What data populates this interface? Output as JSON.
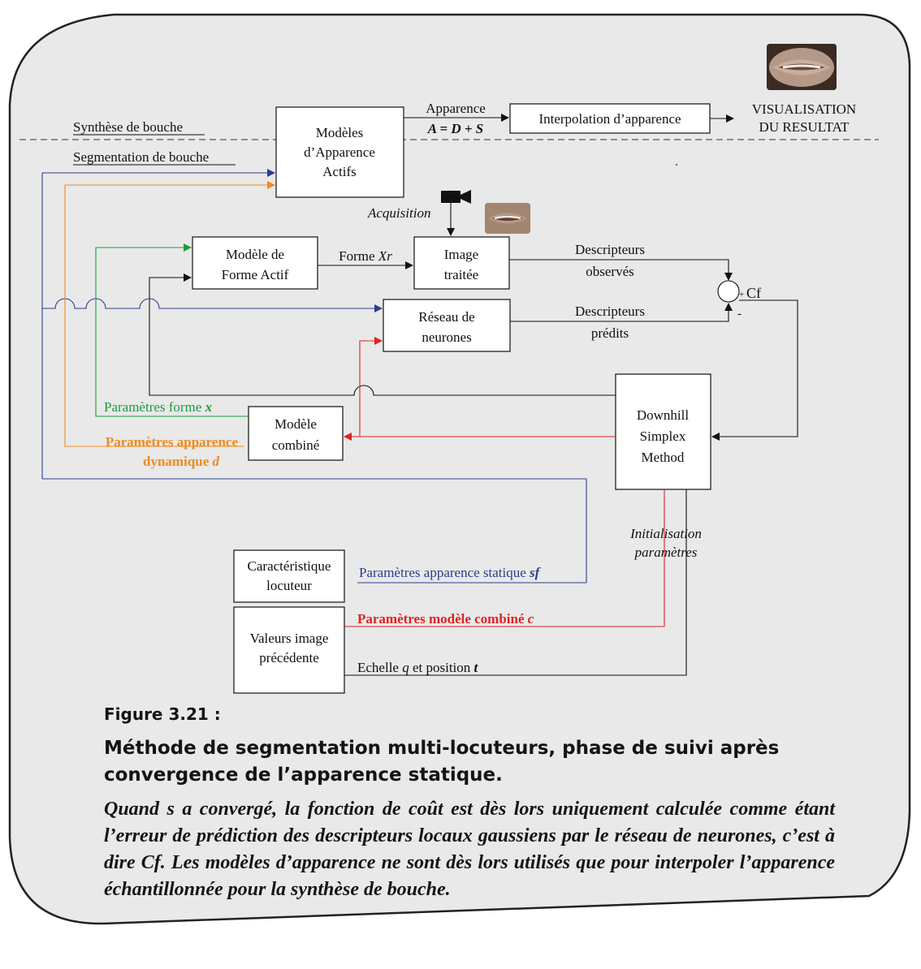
{
  "colors": {
    "panel_bg": "#e8e9e8",
    "border": "#222222",
    "blue": "#2e3d8f",
    "orange": "#f08a1e",
    "green": "#1e9a3e",
    "red": "#e02222",
    "black": "#111111"
  },
  "icons": [
    "camera-icon",
    "mouth-photo-large",
    "mouth-photo-small",
    "summing-junction-icon"
  ],
  "sections": {
    "synthesis": "Synthèse de bouche",
    "segmentation": "Segmentation de bouche"
  },
  "boxes": {
    "aam": [
      "Modèles",
      "d’Apparence",
      "Actifs"
    ],
    "interpolation": "Interpolation d’apparence",
    "visualisation": [
      "VISUALISATION",
      "DU RESULTAT"
    ],
    "asm": [
      "Modèle de",
      "Forme Actif"
    ],
    "image": [
      "Image",
      "traitée"
    ],
    "neural": [
      "Réseau de",
      "neurones"
    ],
    "combined": [
      "Modèle",
      "combiné"
    ],
    "downhill": [
      "Downhill",
      "Simplex",
      "Method"
    ],
    "speaker": [
      "Caractéristique",
      "locuteur"
    ],
    "previous": [
      "Valeurs image",
      "précédente"
    ]
  },
  "labels": {
    "appearance": "Apparence",
    "formula": "A = D + S",
    "acquisition": "Acquisition",
    "forme_prefix": "Forme ",
    "forme_var": "Xr",
    "observed": [
      "Descripteurs",
      "observés"
    ],
    "predicted": [
      "Descripteurs",
      "prédits"
    ],
    "cf": "Cf",
    "plus": "+",
    "minus": "-",
    "shape_params": "Paramètres forme ",
    "shape_var": "x",
    "dyn_params_1": "Paramètres apparence",
    "dyn_params_2": "dynamique ",
    "dyn_var": "d",
    "init": [
      "Initialisation",
      "paramètres"
    ],
    "static_params": "Paramètres apparence statique ",
    "static_var": "sf",
    "combined_params": "Paramètres modèle combiné ",
    "combined_var": "c",
    "scale_prefix": "Echelle ",
    "scale_var": "q",
    "scale_mid": " et position ",
    "scale_var2": "t"
  },
  "caption": {
    "figure": "Figure 3.21 :",
    "title": "Méthode de segmentation multi-locuteurs, phase de suivi après convergence de l’apparence statique.",
    "body": "Quand s a convergé, la fonction de coût est dès lors uniquement calculée comme étant l’erreur de prédiction des descripteurs locaux gaussiens par le réseau de neurones, c’est à dire Cf. Les modèles d’apparence ne sont dès lors utilisés que pour interpoler l’apparence  échantillonnée pour la synthèse de bouche."
  }
}
